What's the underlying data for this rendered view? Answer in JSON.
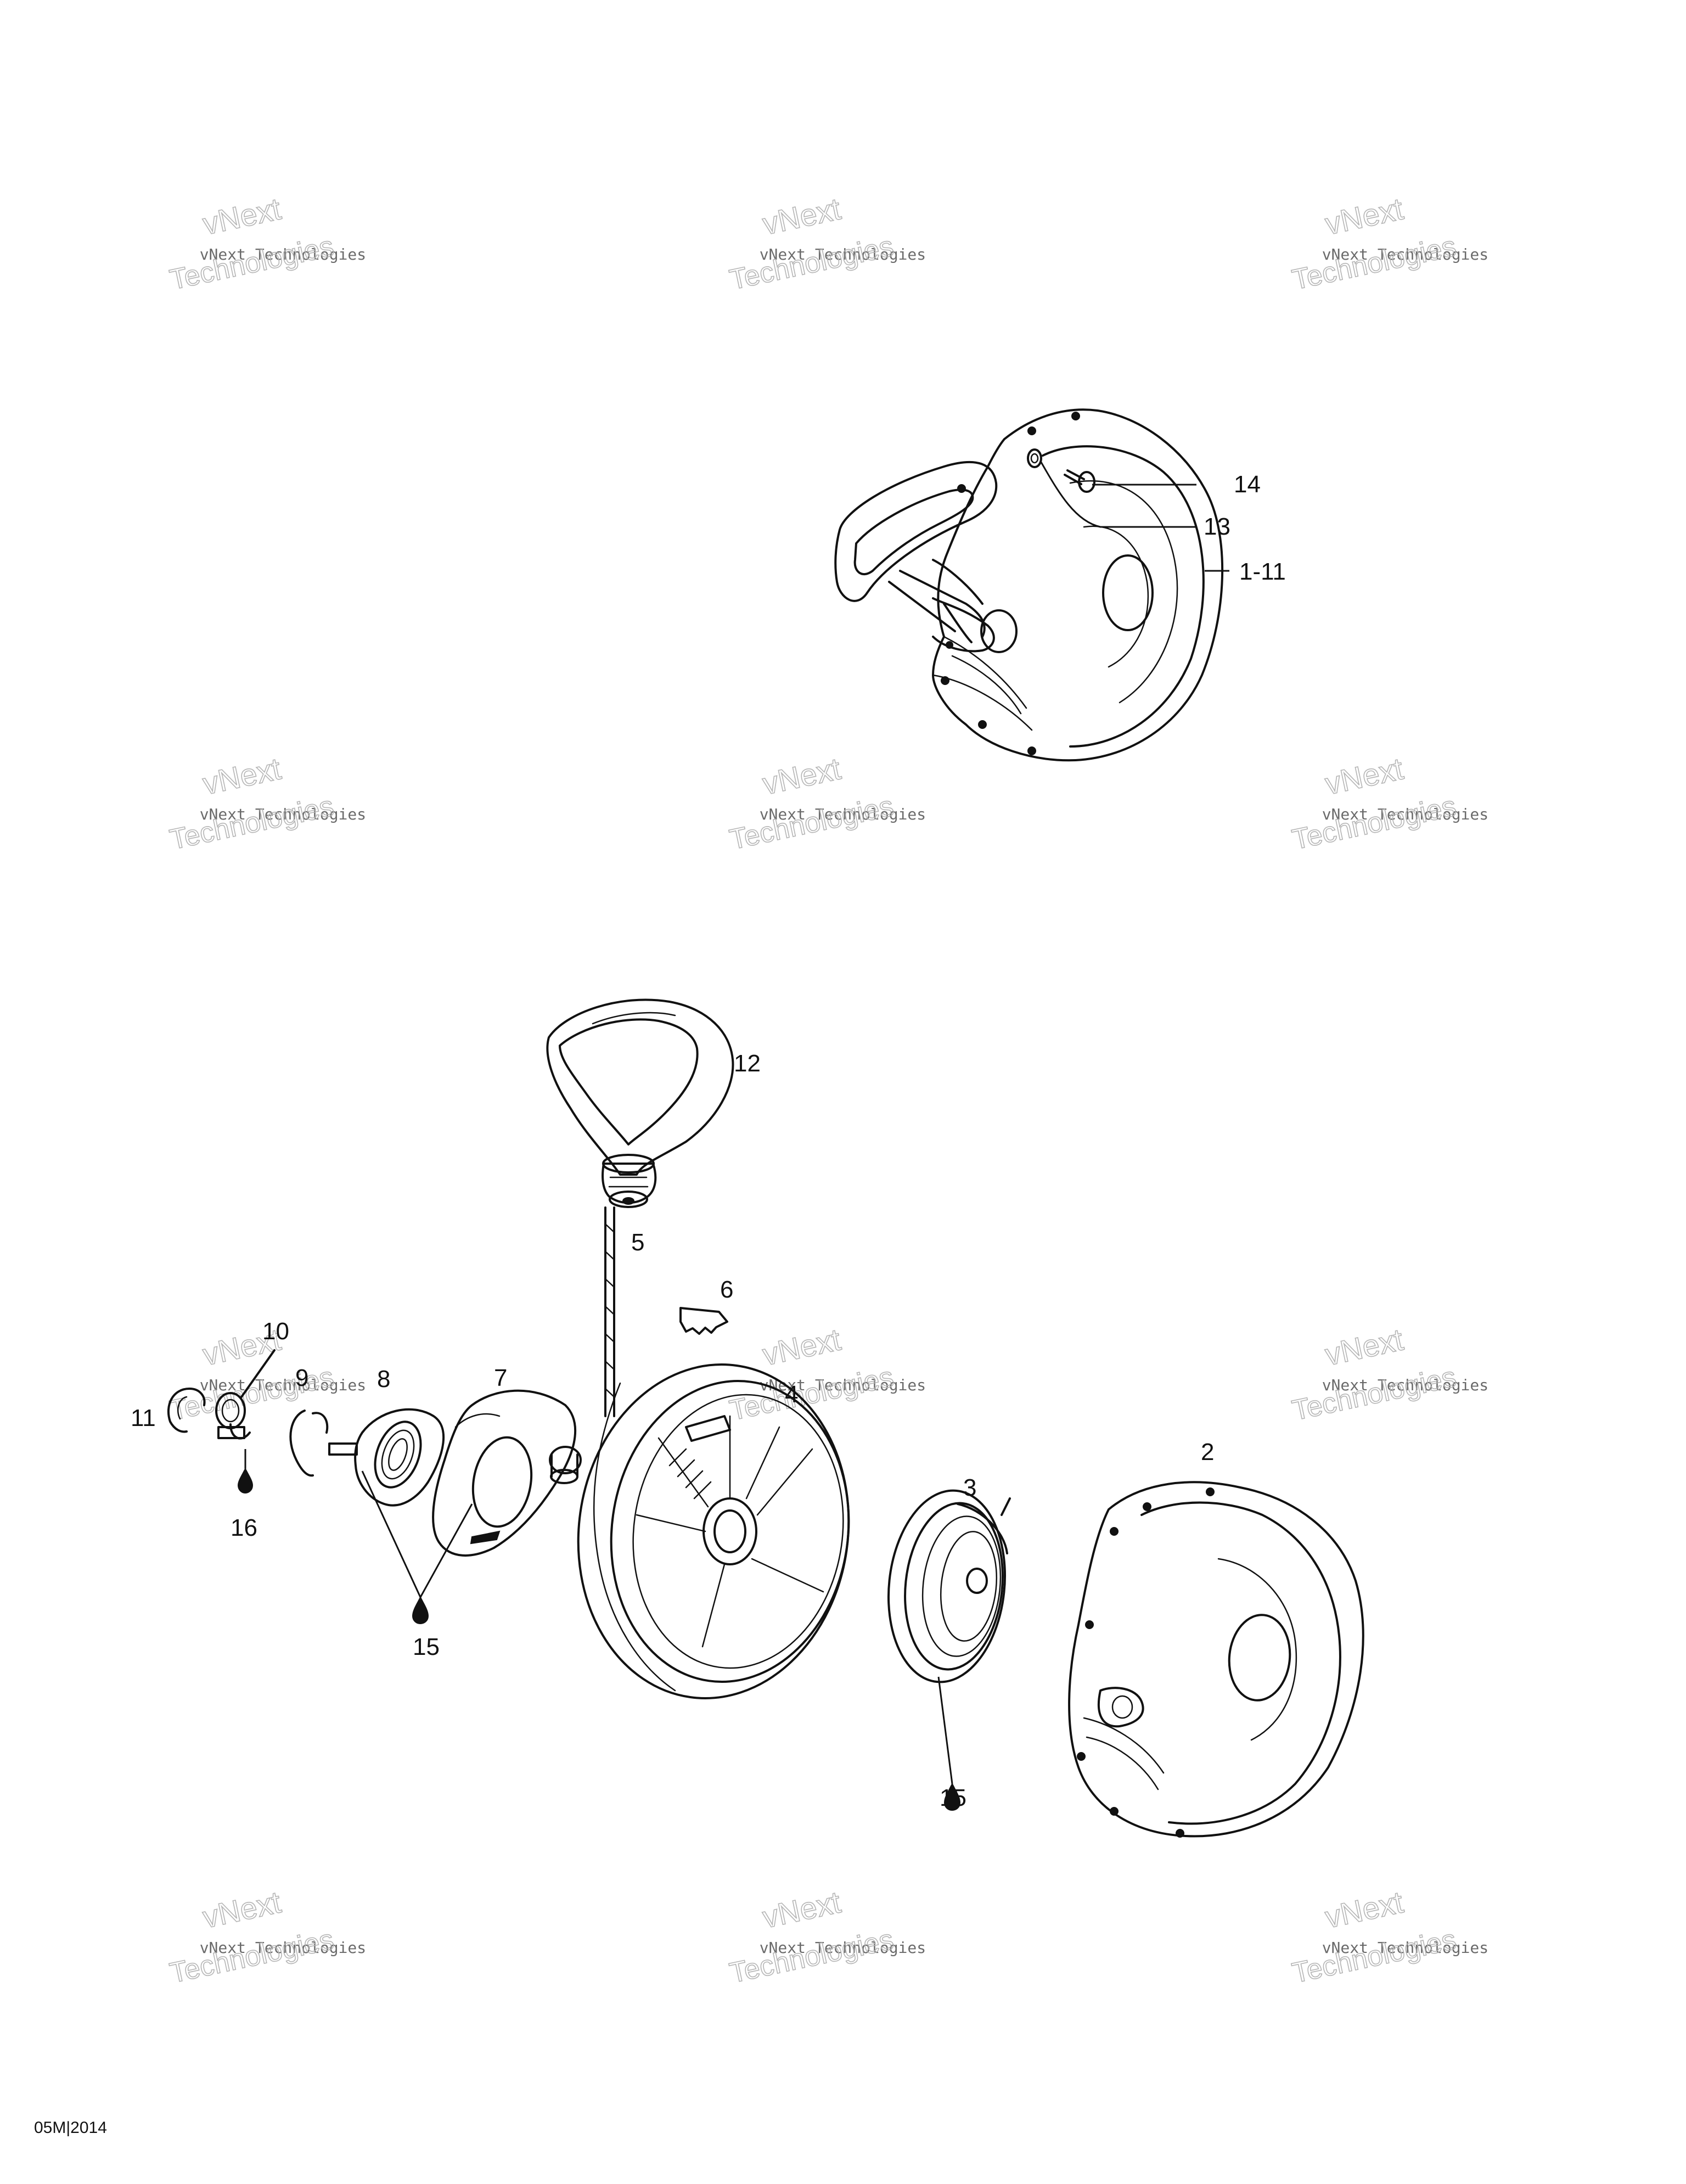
{
  "watermark": {
    "line1": "vNext",
    "line2": "vNext Technologies",
    "line3": "Technologies"
  },
  "callouts": {
    "c14": "14",
    "c13": "13",
    "c1_11": "1-11",
    "c12": "12",
    "c5": "5",
    "c6": "6",
    "c10": "10",
    "c9": "9",
    "c8": "8",
    "c7": "7",
    "c4": "4",
    "c11": "11",
    "c16": "16",
    "c15a": "15",
    "c3": "3",
    "c2": "2",
    "c15b": "15"
  },
  "footer": {
    "code": "05M|2014"
  }
}
